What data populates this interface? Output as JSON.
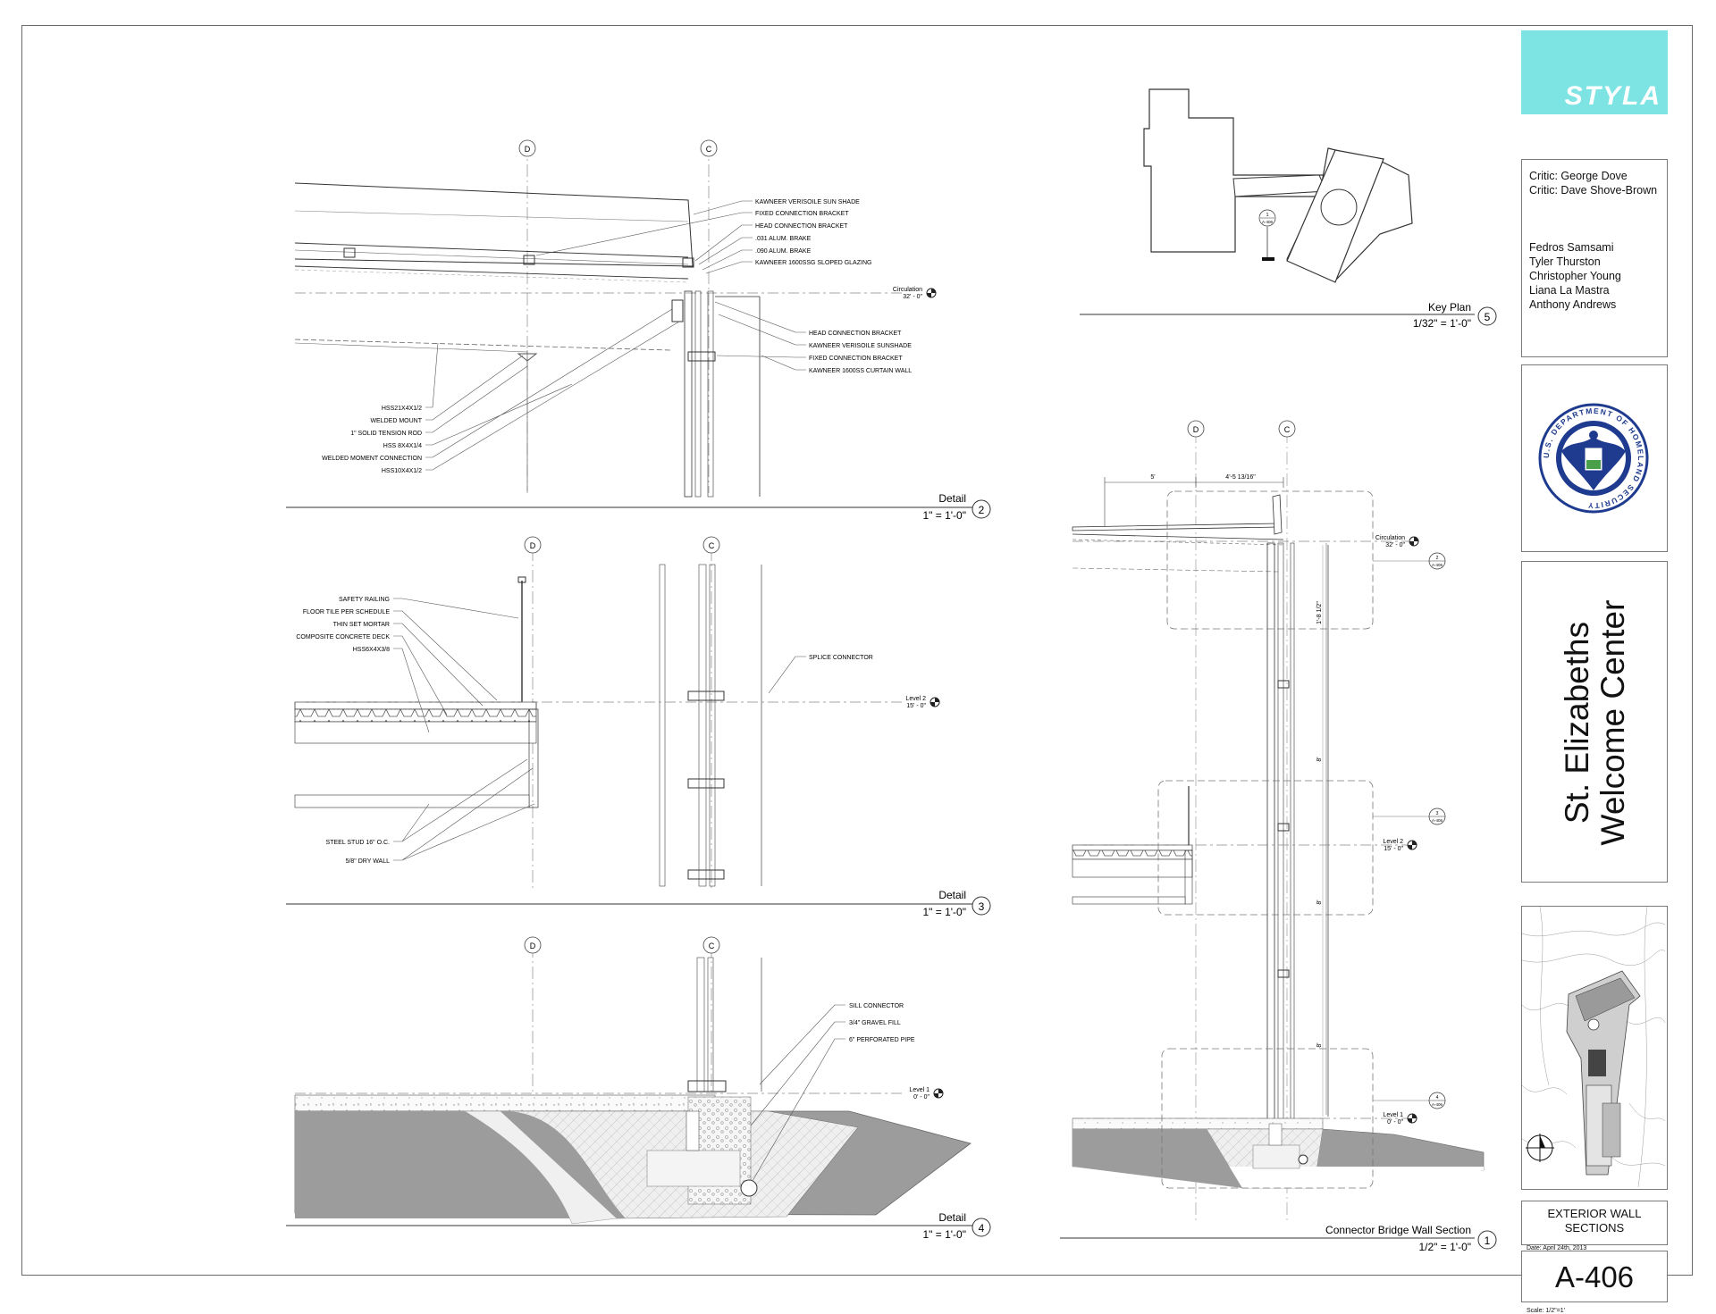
{
  "titleblock": {
    "logo_text": "STYLA",
    "critics": [
      "Critic: George Dove",
      "Critic: Dave Shove-Brown"
    ],
    "team": [
      "Fedros Samsami",
      "Tyler Thurston",
      "Christopher Young",
      "Liana La Mastra",
      "Anthony Andrews"
    ],
    "seal_text": "U.S. DEPARTMENT OF HOMELAND SECURITY",
    "project_line1": "St. Elizabeths",
    "project_line2": "Welcome Center",
    "sheet_name_line1": "EXTERIOR WALL",
    "sheet_name_line2": "SECTIONS",
    "date": "Date: April 24th, 2013",
    "sheet_number": "A-406",
    "scale": "Scale: 1/2\"=1'"
  },
  "detail2": {
    "title": "Detail",
    "number": "2",
    "scale": "1\" = 1'-0\"",
    "grid_d": "D",
    "grid_c": "C",
    "level_name": "Circulation",
    "level_elev": "32' - 0\"",
    "callouts_right_top": [
      "KAWNEER VERISOILE SUN SHADE",
      "FIXED CONNECTION BRACKET",
      "HEAD CONNECTION BRACKET",
      ".031 ALUM. BRAKE",
      ".090 ALUM. BRAKE",
      "KAWNEER 1600SSG SLOPED GLAZING"
    ],
    "callouts_right_bottom": [
      "HEAD CONNECTION BRACKET",
      "KAWNEER VERISOILE SUNSHADE",
      "FIXED CONNECTION BRACKET",
      "KAWNEER 1600SS CURTAIN WALL"
    ],
    "callouts_left": [
      "HSS21X4X1/2",
      "WELDED MOUNT",
      "1\" SOLID TENSION ROD",
      "HSS 8X4X1/4",
      "WELDED MOMENT CONNECTION",
      "HSS10X4X1/2"
    ]
  },
  "detail3": {
    "title": "Detail",
    "number": "3",
    "scale": "1\" = 1'-0\"",
    "grid_d": "D",
    "grid_c": "C",
    "level_name": "Level 2",
    "level_elev": "15' - 0\"",
    "callouts_left_top": [
      "SAFETY RAILING",
      "FLOOR TILE PER SCHEDULE",
      "THIN SET MORTAR",
      "COMPOSITE CONCRETE DECK",
      "HSS6X4X3/8"
    ],
    "callout_right": "SPLICE CONNECTOR",
    "callouts_left_bottom": [
      "STEEL STUD 16\" O.C.",
      "5/8\" DRY WALL"
    ]
  },
  "detail4": {
    "title": "Detail",
    "number": "4",
    "scale": "1\" = 1'-0\"",
    "grid_d": "D",
    "grid_c": "C",
    "level_name": "Level 1",
    "level_elev": "0' - 0\"",
    "callouts_right": [
      "SILL CONNECTOR",
      "3/4\" GRAVEL FILL",
      "6\" PERFORATED PIPE"
    ]
  },
  "keyplan": {
    "title": "Key Plan",
    "number": "5",
    "scale": "1/32\" = 1'-0\"",
    "tag_top": "1",
    "tag_bottom": "A-406"
  },
  "section1": {
    "title": "Connector Bridge Wall Section",
    "number": "1",
    "scale": "1/2\" = 1'-0\"",
    "grid_d": "D",
    "grid_c": "C",
    "dim_a": "5'",
    "dim_b": "4'-5 13/16\"",
    "dim_v1": "1'-8 1/2\"",
    "dim_v2": "8'",
    "dim_v3": "8'",
    "dim_v4": "8'",
    "levels": [
      {
        "name": "Circulation",
        "elev": "32' - 0\"",
        "tag_n": "2",
        "tag_s": "A-406"
      },
      {
        "name": "Level 2",
        "elev": "15' - 0\"",
        "tag_n": "3",
        "tag_s": "A-406"
      },
      {
        "name": "Level 1",
        "elev": "0' - 0\"",
        "tag_n": "4",
        "tag_s": "A-406"
      }
    ]
  }
}
